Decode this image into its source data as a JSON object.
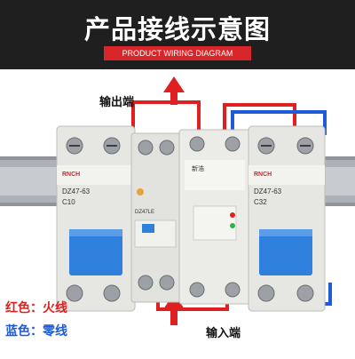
{
  "header": {
    "title": "产品接线示意图",
    "subtitle": "PRODUCT WIRING DIAGRAM"
  },
  "labels": {
    "output": "输出端",
    "input": "输入端"
  },
  "legend": {
    "red": "红色：火线",
    "blue": "蓝色：零线"
  },
  "device": {
    "brand": "RNCH",
    "breaker_left_model": "DZ47-63",
    "breaker_left_rating": "C10",
    "rcd_model": "DZ47LE",
    "protector_brand": "新浩",
    "breaker_right_model": "DZ47-63",
    "breaker_right_rating": "C32"
  },
  "colors": {
    "live": "#e02020",
    "neutral": "#1e5bd8",
    "handle": "#2f7fdc",
    "rail": "#b8bcc2",
    "header_bg": "#1f1f1f",
    "accent": "#d9262b"
  }
}
